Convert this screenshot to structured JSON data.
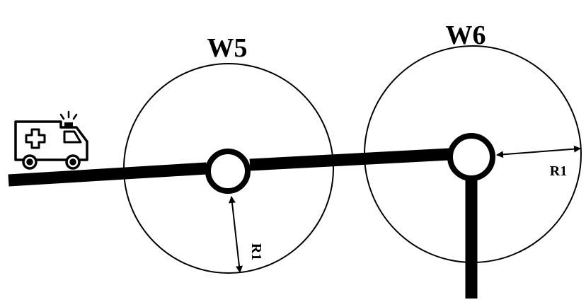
{
  "waypoints": [
    {
      "id": "w5",
      "label": "W5"
    },
    {
      "id": "w6",
      "label": "W6"
    }
  ],
  "radius_labels": [
    {
      "id": "w5",
      "label": "R1"
    },
    {
      "id": "w6",
      "label": "R1"
    }
  ],
  "vehicle": {
    "icon": "ambulance-icon"
  },
  "colors": {
    "stroke": "#000000",
    "background": "#ffffff"
  }
}
